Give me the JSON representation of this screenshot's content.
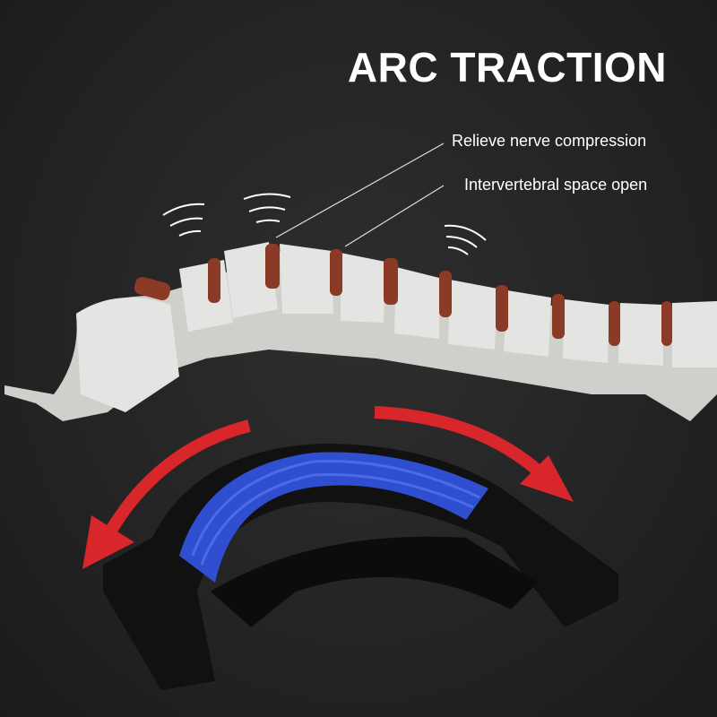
{
  "title": "ARC TRACTION",
  "callouts": [
    "Relieve nerve compression",
    "Intervertebral space open"
  ],
  "colors": {
    "background": "#252525",
    "arrow": "#d8262a",
    "disc": "#8b3a25",
    "bone": "#d9d9d6",
    "stretcher": "#111111",
    "pad": "#2f4fd0"
  }
}
